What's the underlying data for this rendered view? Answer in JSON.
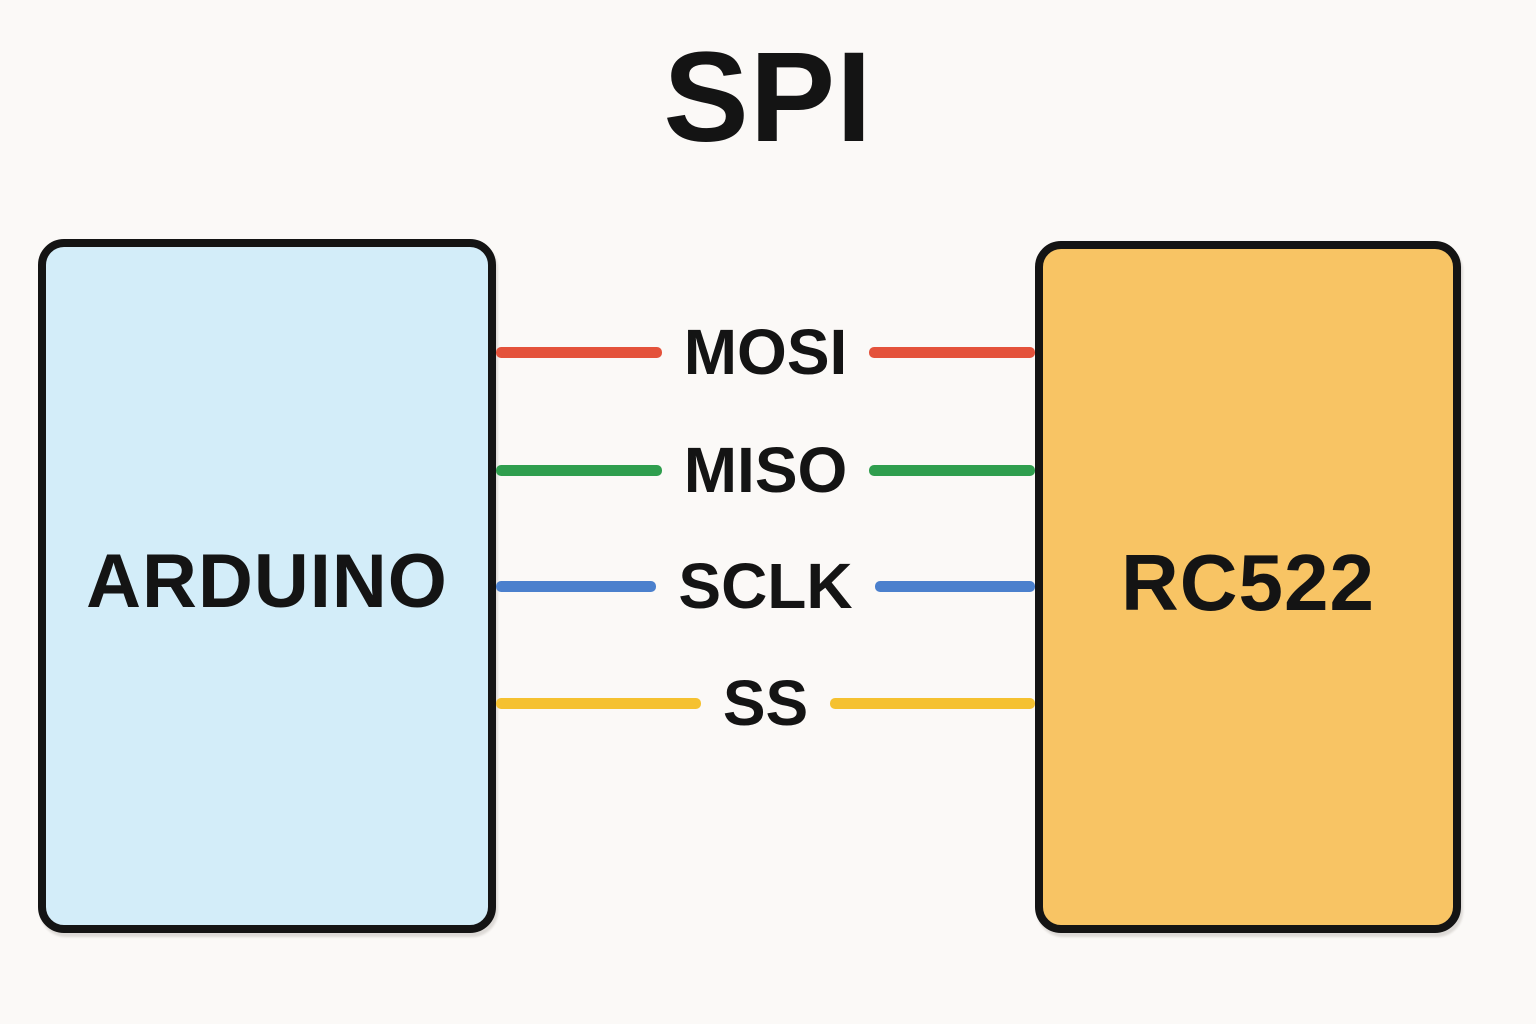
{
  "title": "SPI",
  "colors": {
    "background": "#fbf9f7",
    "outline": "#141414",
    "text": "#141414"
  },
  "devices": {
    "left": {
      "label": "ARDUINO",
      "fill": "#d3edf9"
    },
    "right": {
      "label": "RC522",
      "fill": "#f8c464"
    }
  },
  "wires": [
    {
      "label": "MOSI",
      "color": "#e4523b"
    },
    {
      "label": "MISO",
      "color": "#2f9e4e"
    },
    {
      "label": "SCLK",
      "color": "#4b80cd"
    },
    {
      "label": "SS",
      "color": "#f5c130"
    }
  ]
}
